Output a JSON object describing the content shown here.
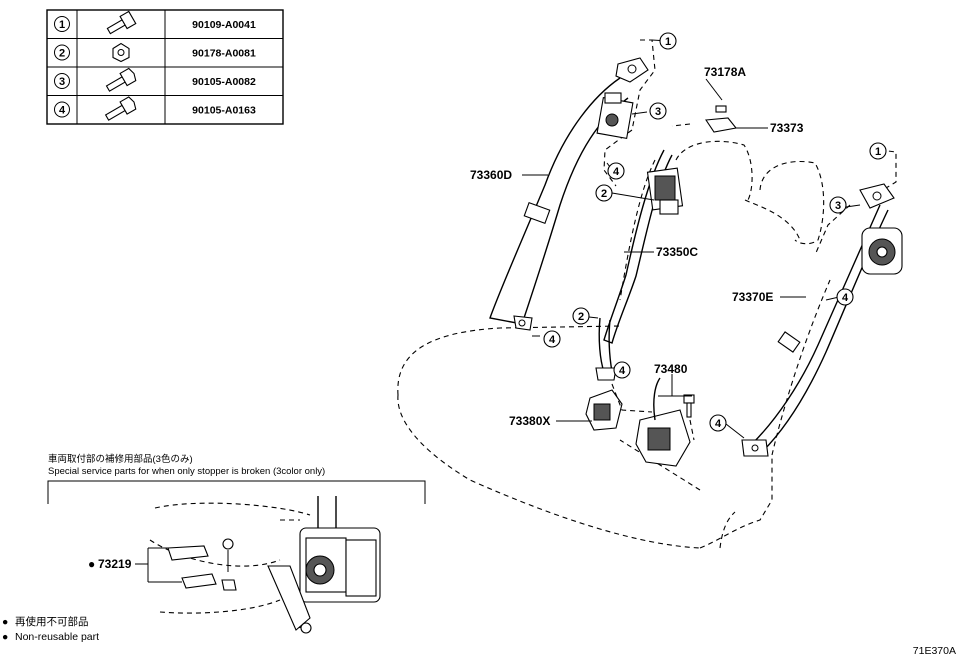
{
  "fastener_table": {
    "rows": [
      {
        "num": "1",
        "code": "90109-A0041"
      },
      {
        "num": "2",
        "code": "90178-A0081"
      },
      {
        "num": "3",
        "code": "90105-A0082"
      },
      {
        "num": "4",
        "code": "90105-A0163"
      }
    ]
  },
  "part_labels": {
    "p73178A": "73178A",
    "p73373": "73373",
    "p73360D": "73360D",
    "p73350C": "73350C",
    "p73370E": "73370E",
    "p73480": "73480",
    "p73380X": "73380X",
    "p73219": "73219"
  },
  "callouts": {
    "c1a": "1",
    "c3a": "3",
    "c4a": "4",
    "c2a": "2",
    "c4b": "4",
    "c2b": "2",
    "c4c": "4",
    "c1b": "1",
    "c3b": "3",
    "c4d": "4",
    "c4e": "4"
  },
  "service_note": {
    "jp": "車両取付部の補修用部品(3色のみ)",
    "en": "Special service parts for when only stopper is broken (3color only)"
  },
  "legend": {
    "jp": "再使用不可部品",
    "en": "Non-reusable part"
  },
  "diagram_code": "71E370A"
}
